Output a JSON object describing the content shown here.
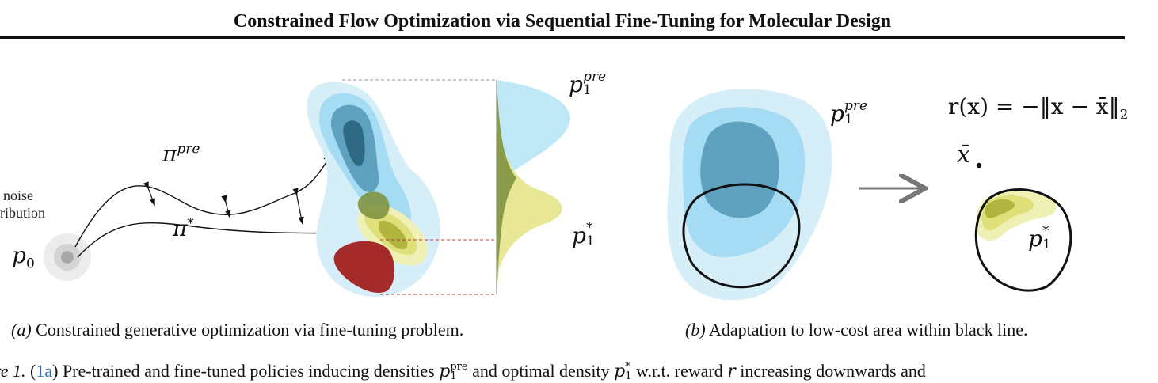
{
  "header": {
    "title": "Constrained Flow Optimization via Sequential Fine-Tuning for Molecular Design"
  },
  "figure_a": {
    "caption_label": "(a)",
    "caption_text": "Constrained generative optimization via fine-tuning problem.",
    "noise_label_line1": "noise",
    "noise_label_line2": "ribution",
    "p0": "p",
    "p0_sub": "0",
    "pi_pre": "π",
    "pi_pre_sup": "pre",
    "pi_star": "π",
    "pi_star_sup": "*",
    "p1_pre": "p",
    "p1_pre_sub": "1",
    "p1_pre_sup": "pre",
    "p1_star": "p",
    "p1_star_sub": "1",
    "p1_star_sup": "*"
  },
  "figure_b": {
    "caption_label": "(b)",
    "caption_text": "Adaptation to low-cost area within black line.",
    "reward_formula": "r(x) = −‖x − x̄‖",
    "reward_formula_sub": "2",
    "xbar": "x̄",
    "p1_pre": "p",
    "p1_pre_sub": "1",
    "p1_pre_sup": "pre",
    "p1_star": "p",
    "p1_star_sub": "1",
    "p1_star_sup": "*"
  },
  "figure_caption": {
    "prefix": "ure 1.",
    "ref": "1a",
    "text1": " Pre-trained and fine-tuned policies inducing densities ",
    "p_pre": "p",
    "p_pre_sub": "1",
    "p_pre_sup": "pre",
    "text2": " and optimal density ",
    "p_star": "p",
    "p_star_sub": "1",
    "p_star_sup": "*",
    "text3": " w.r.t. reward ",
    "r": "r",
    "text4": " increasing downwards and"
  },
  "colors": {
    "light_blue": "#d6eef8",
    "mid_blue": "#a6dcf3",
    "dark_blue": "#5ea2bf",
    "darker_blue": "#2f6a85",
    "olive": "#8a9a3a",
    "yellow": "#e8e79a",
    "red": "#a52a2a",
    "link": "#2e6fb5"
  }
}
